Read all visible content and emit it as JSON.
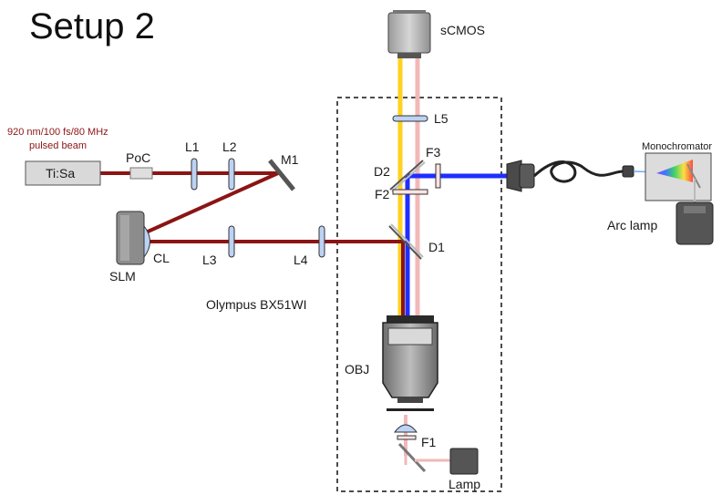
{
  "title": "Setup 2",
  "laser": {
    "spec_line1": "920 nm/100 fs/80 MHz",
    "spec_line2": "pulsed  beam",
    "source": "Ti:Sa",
    "poc": "PoC"
  },
  "components": {
    "L1": "L1",
    "L2": "L2",
    "M1": "M1",
    "L3": "L3",
    "L4": "L4",
    "CL": "CL",
    "SLM": "SLM",
    "L5": "L5",
    "F3": "F3",
    "D2": "D2",
    "F2": "F2",
    "D1": "D1",
    "OBJ": "OBJ",
    "F1": "F1",
    "Lamp": "Lamp",
    "camera": "sCMOS",
    "microscope": "Olympus BX51WI",
    "monochromator": "Monochromator",
    "arc_lamp": "Arc lamp"
  },
  "colors": {
    "laser_beam": "#8b1414",
    "excitation_beam": "#1f2fff",
    "emission_beam": "#ffd21f",
    "transmitted_beam": "#f2b8b8",
    "component_fill": "#bcd3f5"
  }
}
